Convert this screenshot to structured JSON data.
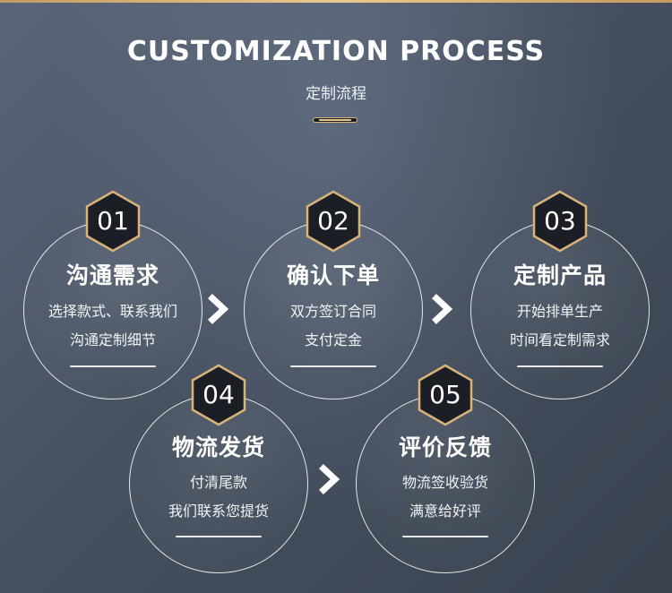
{
  "header": {
    "title": "CUSTOMIZATION PROCESS",
    "subtitle": "定制流程"
  },
  "colors": {
    "accent_gold": "#d8b37a",
    "hex_fill": "#1b1e24",
    "background": "#4a5363"
  },
  "steps": [
    {
      "number": "01",
      "title": "沟通需求",
      "lines": [
        "选择款式、联系我们",
        "沟通定制细节"
      ]
    },
    {
      "number": "02",
      "title": "确认下单",
      "lines": [
        "双方签订合同",
        "支付定金"
      ]
    },
    {
      "number": "03",
      "title": "定制产品",
      "lines": [
        "开始排单生产",
        "时间看定制需求"
      ]
    },
    {
      "number": "04",
      "title": "物流发货",
      "lines": [
        "付清尾款",
        "我们联系您提货"
      ]
    },
    {
      "number": "05",
      "title": "评价反馈",
      "lines": [
        "物流签收验货",
        "满意给好评"
      ]
    }
  ],
  "icons": {
    "arrow": "chevron-right-icon",
    "badge": "hexagon-icon"
  }
}
